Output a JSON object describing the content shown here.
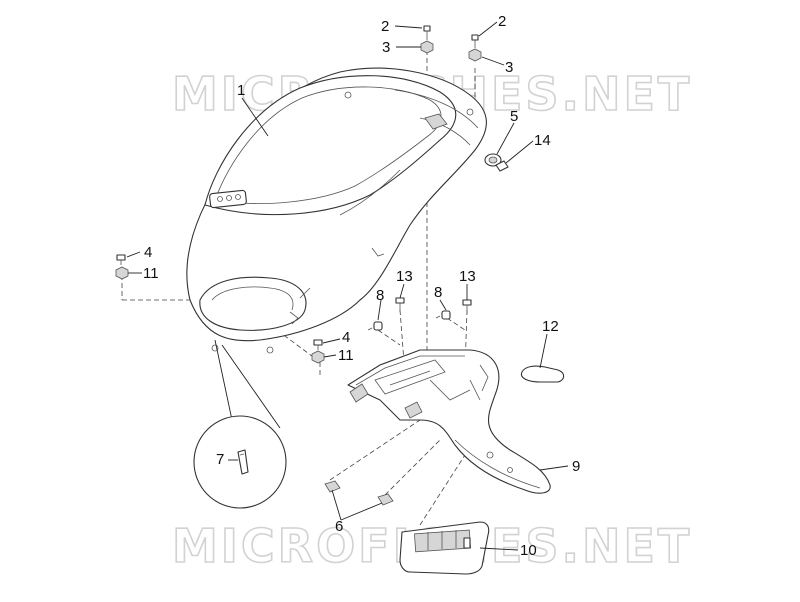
{
  "watermark": {
    "top": "MICROFICHES.NET",
    "bottom": "MICROFICHES.NET"
  },
  "callouts": [
    {
      "id": "c1",
      "label": "1"
    },
    {
      "id": "c2a",
      "label": "2"
    },
    {
      "id": "c2b",
      "label": "2"
    },
    {
      "id": "c3a",
      "label": "3"
    },
    {
      "id": "c3b",
      "label": "3"
    },
    {
      "id": "c4a",
      "label": "4"
    },
    {
      "id": "c4b",
      "label": "4"
    },
    {
      "id": "c5",
      "label": "5"
    },
    {
      "id": "c6",
      "label": "6"
    },
    {
      "id": "c7",
      "label": "7"
    },
    {
      "id": "c8a",
      "label": "8"
    },
    {
      "id": "c8b",
      "label": "8"
    },
    {
      "id": "c9",
      "label": "9"
    },
    {
      "id": "c10",
      "label": "10"
    },
    {
      "id": "c11a",
      "label": "11"
    },
    {
      "id": "c11b",
      "label": "11"
    },
    {
      "id": "c12",
      "label": "12"
    },
    {
      "id": "c13a",
      "label": "13"
    },
    {
      "id": "c13b",
      "label": "13"
    },
    {
      "id": "c14",
      "label": "14"
    }
  ],
  "colors": {
    "line": "#333333",
    "watermark": "#d2d2d2",
    "shade": "#d6d6d6"
  }
}
